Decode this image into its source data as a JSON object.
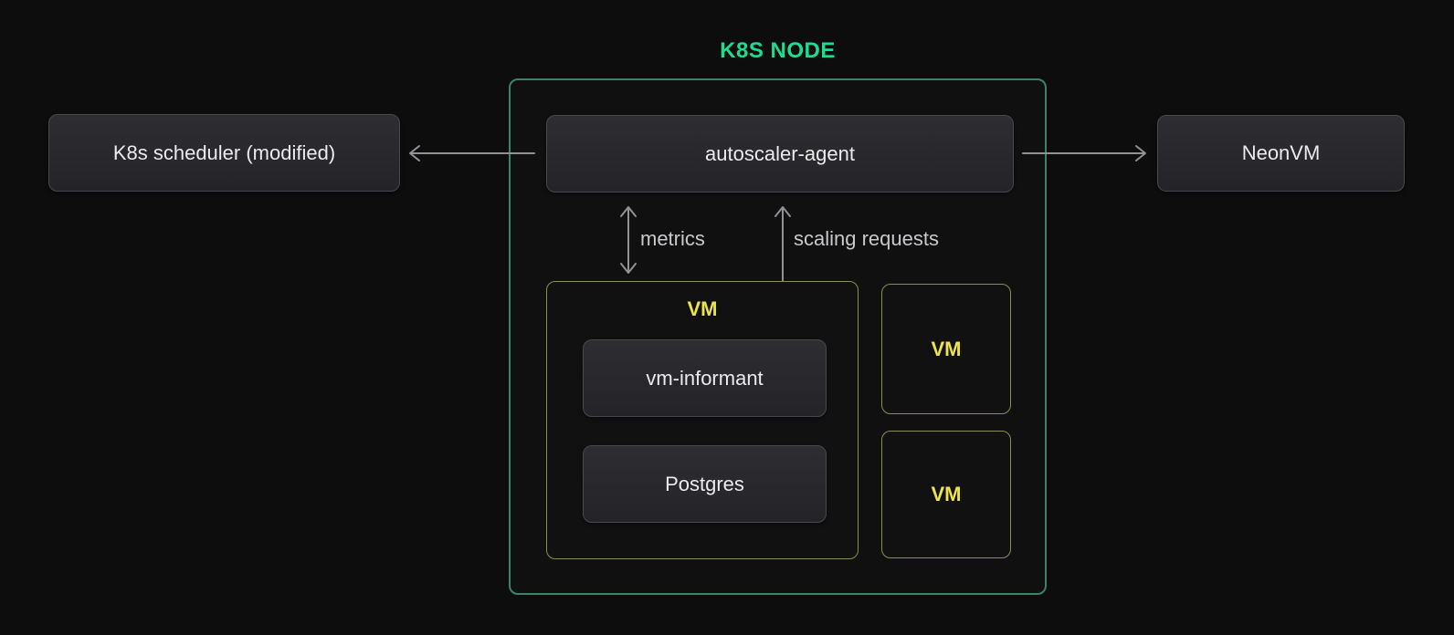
{
  "title": {
    "text": "K8S NODE"
  },
  "nodes": {
    "scheduler": {
      "label": "K8s scheduler (modified)"
    },
    "autoscaler": {
      "label": "autoscaler-agent"
    },
    "neonvm": {
      "label": "NeonVM"
    },
    "vm_main": {
      "label": "VM",
      "children": {
        "informant": {
          "label": "vm-informant"
        },
        "postgres": {
          "label": "Postgres"
        }
      }
    },
    "vm_small_1": {
      "label": "VM"
    },
    "vm_small_2": {
      "label": "VM"
    }
  },
  "edges": {
    "autoscaler_to_scheduler": {
      "direction": "left",
      "label": ""
    },
    "autoscaler_to_neonvm": {
      "direction": "right",
      "label": ""
    },
    "metrics": {
      "direction": "bidirectional-vertical",
      "label": "metrics"
    },
    "scaling": {
      "direction": "bidirectional-vertical",
      "label": "scaling requests"
    }
  },
  "colors": {
    "background": "#0d0d0e",
    "title_green": "#1ddc8e",
    "container_border_green": "#3a8568",
    "vm_border_yellow": "#8d8d4e",
    "vm_text_yellow": "#ede24f",
    "box_fill": "#28282c",
    "box_border": "#48484d",
    "box_text": "#ebebed",
    "arrow_gray": "#929296",
    "edge_label_gray": "#c9c9cc"
  }
}
